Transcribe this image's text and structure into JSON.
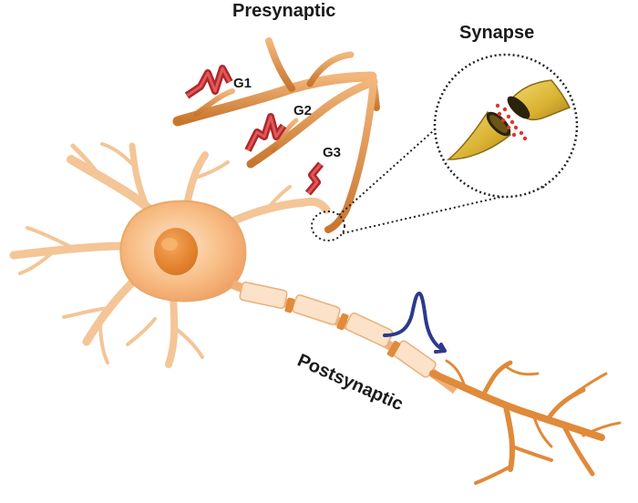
{
  "labels": {
    "presynaptic": "Presynaptic",
    "synapse": "Synapse",
    "postsynaptic": "Postsynaptic",
    "g1": "G1",
    "g2": "G2",
    "g3": "G3"
  },
  "colors": {
    "neuron_body": "#f5b37a",
    "neuron_light": "#fde1c6",
    "neuron_dark": "#e08a3a",
    "nucleus": "#e8862f",
    "axon_terminal": "#d9843a",
    "presynaptic_branch": "#e39a55",
    "pulse": "#b0272a",
    "output_spike": "#2c3a8c",
    "synapse_gold": "#d9b232",
    "vesicles": "#e0342f",
    "dotted": "#222222"
  }
}
